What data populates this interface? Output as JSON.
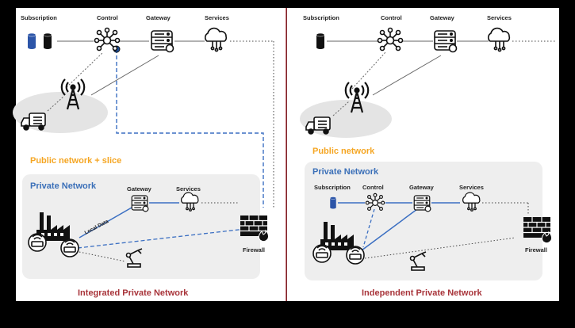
{
  "colors": {
    "orange": "#f5a623",
    "blue": "#3a6fb8",
    "red": "#a8343a",
    "link_blue": "#3b6fc2",
    "panel_gray": "#eeeeee",
    "db_blue": "#2c55a8"
  },
  "left": {
    "top_labels": {
      "subscription": "Subscription",
      "control": "Control",
      "gateway": "Gateway",
      "services": "Services"
    },
    "public_label": "Public network + slice",
    "private_label": "Private Network",
    "inner_labels": {
      "gateway": "Gateway",
      "services": "Services",
      "local_data": "Local Data",
      "firewall": "Firewall"
    },
    "caption": "Integrated Private Network"
  },
  "right": {
    "top_labels": {
      "subscription": "Subscription",
      "control": "Control",
      "gateway": "Gateway",
      "services": "Services"
    },
    "public_label": "Public network",
    "private_label": "Private Network",
    "inner_labels": {
      "subscription": "Subscription",
      "control": "Control",
      "gateway": "Gateway",
      "services": "Services",
      "firewall": "Firewall"
    },
    "caption": "Independent Private Network"
  },
  "icons": [
    "database-icon",
    "network-hub-icon",
    "server-icon",
    "cloud-icon",
    "cell-tower-icon",
    "truck-icon",
    "factory-icon",
    "router-icon",
    "robot-arm-icon",
    "firewall-icon"
  ]
}
